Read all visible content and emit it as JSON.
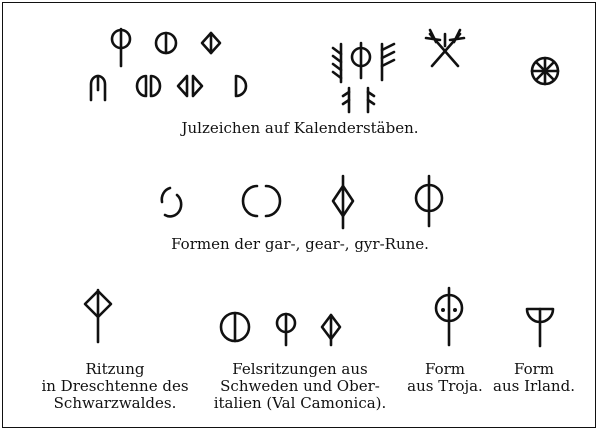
{
  "captions": {
    "kalender": "Julzeichen auf Kalenderstäben.",
    "rune": "Formen der gar-, gear-, gyr-Rune.",
    "ritzung": [
      "Ritzung",
      "in Dreschtenne des",
      "Schwarzwaldes."
    ],
    "fels": [
      "Felsritzungen aus",
      "Schweden und Ober-",
      "italien (Val Camonica)."
    ],
    "troja": [
      "Form",
      "aus Troja."
    ],
    "irland": [
      "Form",
      "aus Irland."
    ]
  }
}
